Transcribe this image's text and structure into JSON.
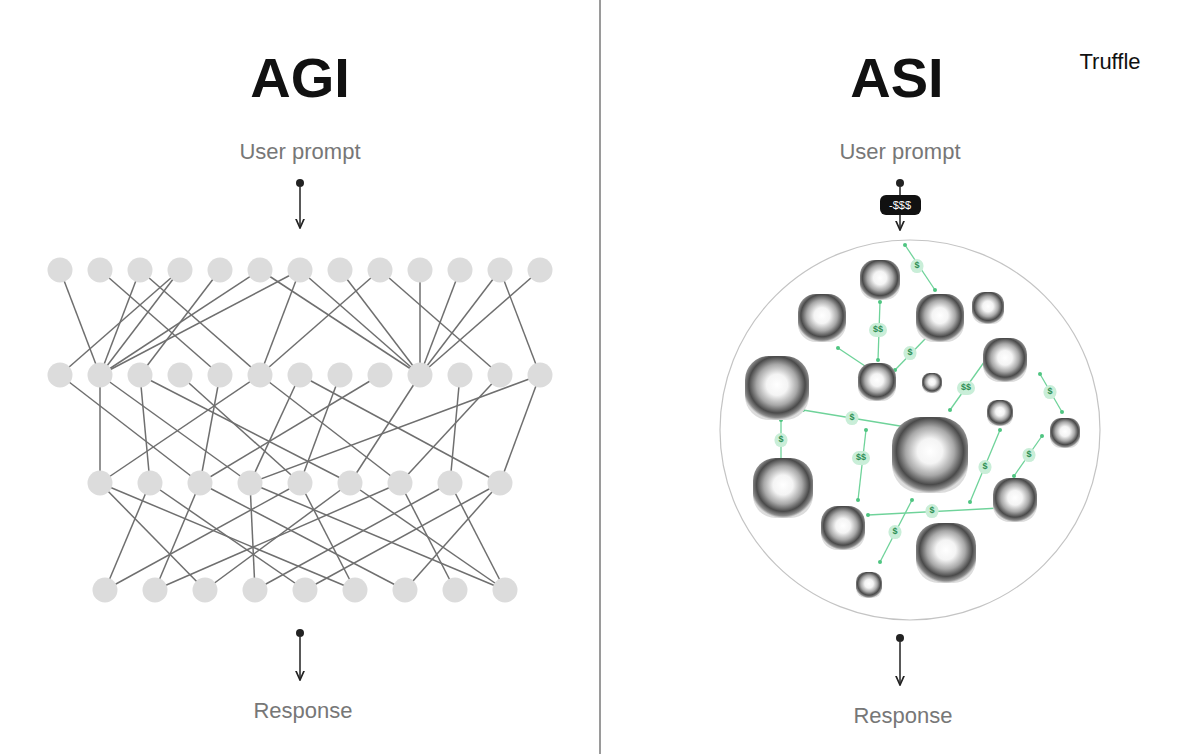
{
  "diagram": {
    "nodes": [
      {
        "text": [
          "-$$$"
        ]
      }
    ],
    "labels": [
      "AGI",
      "ASI",
      "Truffle",
      "User prompt",
      "Response",
      "User prompt",
      "Response",
      "$",
      "$$",
      "$",
      "$$",
      "$",
      "$",
      "$",
      "$$",
      "$",
      "$",
      "$",
      "$"
    ]
  }
}
